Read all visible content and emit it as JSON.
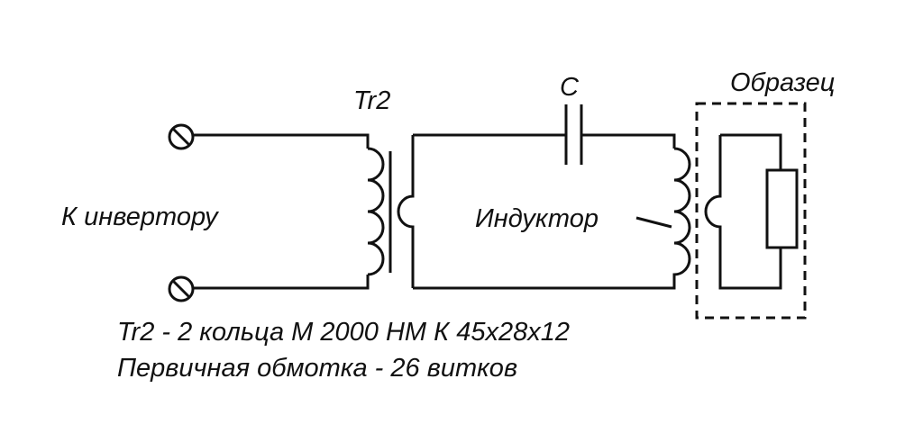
{
  "labels": {
    "transformer": "Tr2",
    "capacitor": "C",
    "sample": "Образец",
    "input": "К инвертору",
    "inductor": "Индуктор"
  },
  "notes": [
    "Tr2 - 2 кольца М 2000 НМ К 45x28x12",
    "Первичная обмотка - 26 витков"
  ],
  "colors": {
    "line": "#111111",
    "background": "#ffffff"
  }
}
